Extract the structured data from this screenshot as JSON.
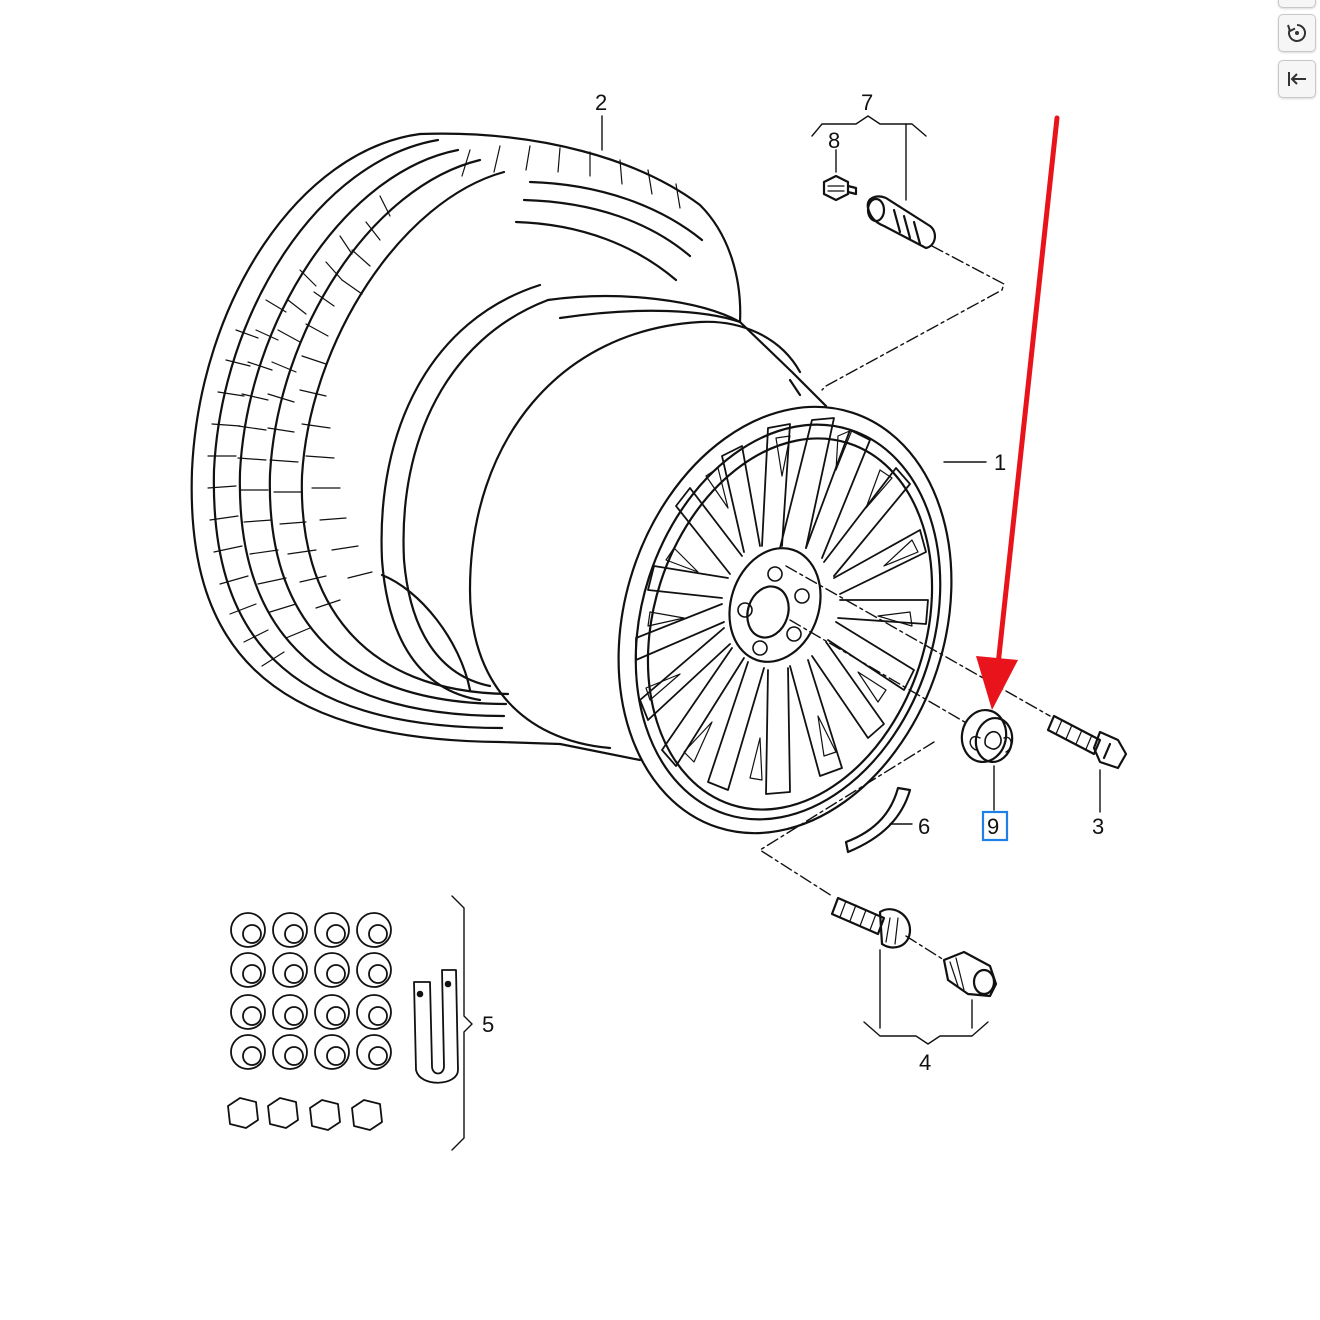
{
  "toolbar": {
    "icons": [
      "rotate-icon",
      "collapse-left-icon"
    ]
  },
  "diagram": {
    "callouts": {
      "wheel_rim": "1",
      "tire": "2",
      "wheel_bolt": "3",
      "locking_bolt_set": "4",
      "bolt_cap_set": "5",
      "balance_weight": "6",
      "tire_valve": "7",
      "valve_cap": "8",
      "center_cap": "9"
    },
    "highlight": {
      "callout": "9",
      "box_color": "#1e7fe6",
      "arrow_color": "#e8131b"
    },
    "line_color": "#111111"
  }
}
